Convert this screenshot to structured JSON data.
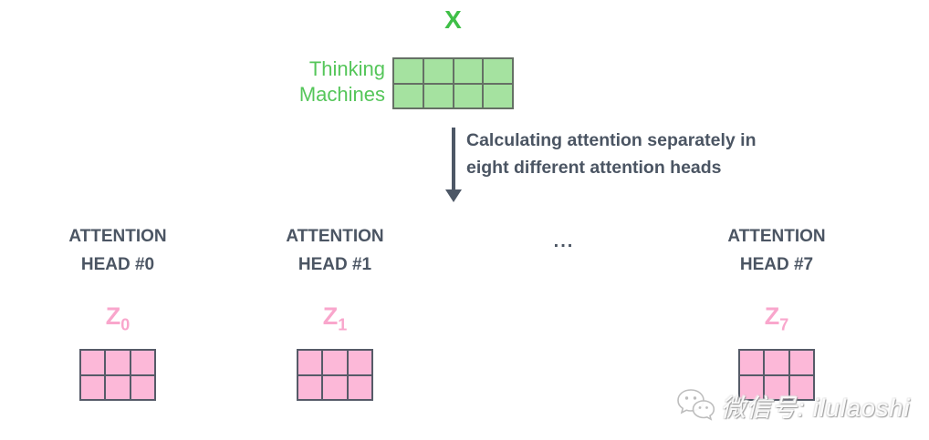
{
  "input": {
    "matrix_label": "X",
    "row_labels": [
      "Thinking",
      "Machines"
    ],
    "grid": {
      "rows": 2,
      "cols": 4
    }
  },
  "arrow": {
    "caption_line1": "Calculating attention separately in",
    "caption_line2": "eight different attention heads"
  },
  "heads": [
    {
      "title_line1": "ATTENTION",
      "title_line2": "HEAD #0",
      "z_base": "Z",
      "z_sub": "0",
      "grid": {
        "rows": 2,
        "cols": 3
      }
    },
    {
      "title_line1": "ATTENTION",
      "title_line2": "HEAD #1",
      "z_base": "Z",
      "z_sub": "1",
      "grid": {
        "rows": 2,
        "cols": 3
      }
    },
    {
      "title_line1": "ATTENTION",
      "title_line2": "HEAD #7",
      "z_base": "Z",
      "z_sub": "7",
      "grid": {
        "rows": 2,
        "cols": 3
      }
    }
  ],
  "ellipsis": "...",
  "watermark": {
    "icon": "wechat-icon",
    "text": "微信号: ilulaoshi"
  },
  "colors": {
    "green_title": "#3fbf47",
    "green_row_labels": "#55c65a",
    "green_cell_fill": "#a5e2a0",
    "green_cell_border": "#657065",
    "pink_label": "#f9a6cc",
    "pink_cell_fill": "#fcb8d8",
    "pink_cell_border": "#565b68",
    "slate_text": "#4b5563",
    "arrow": "#4d5766",
    "background": "#ffffff"
  }
}
